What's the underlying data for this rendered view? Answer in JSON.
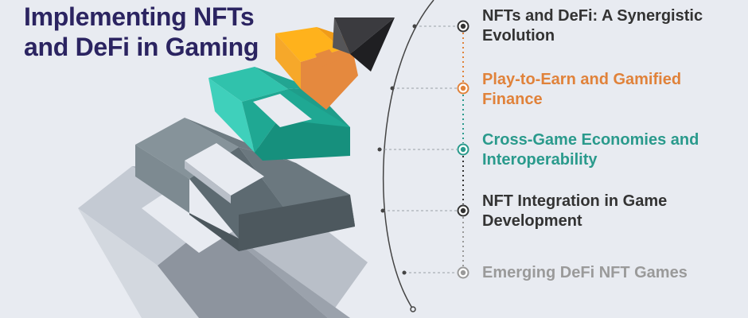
{
  "title": "Implementing NFTs and DeFi in Gaming",
  "colors": {
    "background": "#e8ebf1",
    "title": "#2b2461",
    "dark": "#333333",
    "orange": "#e0823a",
    "teal": "#2a9a8c",
    "gray": "#9a9a9a"
  },
  "timeline": {
    "items": [
      {
        "label": "NFTs and DeFi: A Synergistic Evolution",
        "color": "#333333"
      },
      {
        "label": "Play-to-Earn and Gamified Finance",
        "color": "#e0823a"
      },
      {
        "label": "Cross-Game Economies and Interoperability",
        "color": "#2a9a8c"
      },
      {
        "label": "NFT Integration in Game Development",
        "color": "#333333"
      },
      {
        "label": "Emerging DeFi NFT Games",
        "color": "#9a9a9a"
      }
    ]
  },
  "illustration": {
    "shapes": [
      "light-gray-frame",
      "dark-gray-frame",
      "teal-frame",
      "orange-frame",
      "black-pyramid"
    ]
  }
}
